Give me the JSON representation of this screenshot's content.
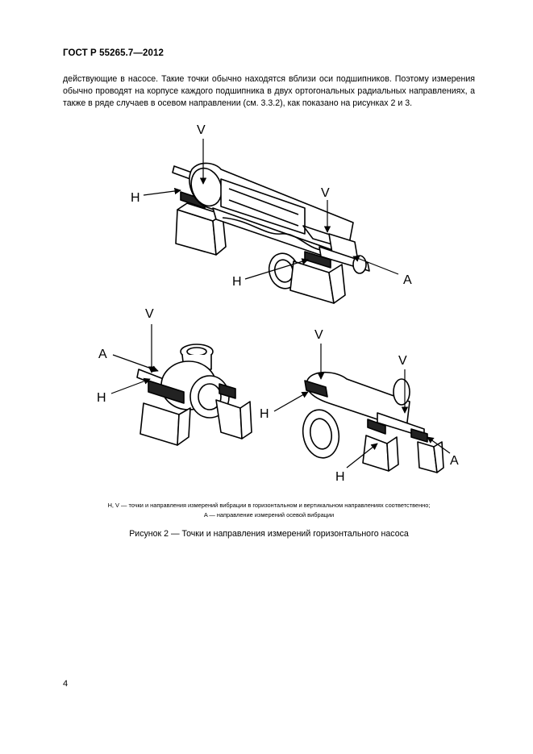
{
  "header": {
    "standard": "ГОСТ Р 55265.7—2012"
  },
  "paragraph": {
    "lines": [
      "действующие в насосе. Такие точки обычно находятся вблизи оси подшипников. Поэтому измерения",
      "обычно проводят на корпусе каждого подшипника в двух ортогональных радиальных направлениях, а",
      "также в ряде случаев в осевом направлении (см. 3.3.2), как показано на рисунках 2 и 3."
    ]
  },
  "figure": {
    "labels": {
      "top_v1": "V",
      "top_h": "H",
      "top_v2": "V",
      "top_h2": "H",
      "top_a": "A",
      "left_v": "V",
      "left_a": "A",
      "left_h": "H",
      "right_v1": "V",
      "right_v2": "V",
      "right_h1": "H",
      "right_h2": "H",
      "right_a": "A"
    },
    "legend": [
      "H, V — точки и направления измерений вибрации в горизонтальном и вертикальном направлениях соответственно;",
      "A — направление измерений осевой вибрации"
    ],
    "caption": "Рисунок 2 — Точки и направления измерений горизонтального насоса"
  },
  "footer": {
    "page_number": "4"
  }
}
